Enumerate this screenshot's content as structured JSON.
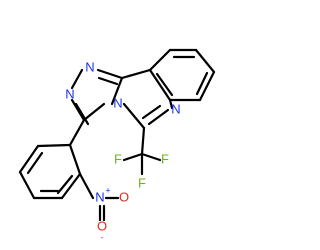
{
  "molecule": {
    "atoms": {
      "n_triazole_1": "N",
      "n_triazole_2": "N",
      "n_bridge": "N",
      "n_pyrimidine": "N",
      "f_1": "F",
      "f_2": "F",
      "f_3": "F",
      "n_nitro": "N",
      "o_nitro_double": "O",
      "o_nitro_single": "O"
    },
    "charges": {
      "nitro_n_plus": "+",
      "nitro_o_minus": "-"
    },
    "colors": {
      "bond": "#000000",
      "nitrogen": "#1e33e6",
      "fluorine": "#6fb31e",
      "oxygen": "#e6281e"
    }
  }
}
